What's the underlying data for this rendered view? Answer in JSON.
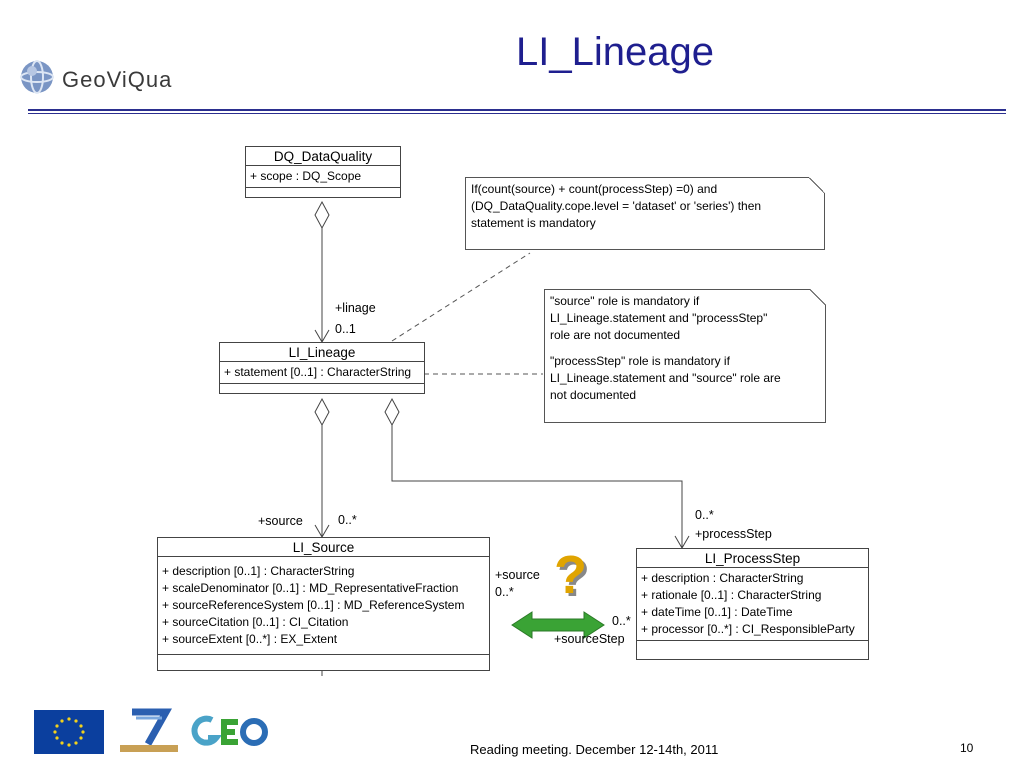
{
  "slide": {
    "title": "LI_Lineage",
    "footer": "Reading meeting. December 12-14th, 2011",
    "page_number": "10"
  },
  "logo": {
    "text": "GeoViQua"
  },
  "classes": {
    "dq_dataquality": {
      "name": "DQ_DataQuality",
      "attrs": [
        "+ scope : DQ_Scope"
      ]
    },
    "li_lineage": {
      "name": "LI_Lineage",
      "attrs": [
        "+ statement [0..1] : CharacterString"
      ]
    },
    "li_source": {
      "name": "LI_Source",
      "attrs": [
        "+ description [0..1] : CharacterString",
        "+ scaleDenominator [0..1] : MD_RepresentativeFraction",
        "+ sourceReferenceSystem [0..1] : MD_ReferenceSystem",
        "+ sourceCitation [0..1] : CI_Citation",
        "+ sourceExtent [0..*] : EX_Extent"
      ]
    },
    "li_processstep": {
      "name": "LI_ProcessStep",
      "attrs": [
        "+ description : CharacterString",
        "+ rationale [0..1] : CharacterString",
        "+ dateTime [0..1] : DateTime",
        "+ processor [0..*] : CI_ResponsibleParty"
      ]
    }
  },
  "notes": {
    "statement_note": [
      "If(count(source) + count(processStep) =0) and",
      "(DQ_DataQuality.cope.level = 'dataset' or 'series') then",
      "statement is mandatory"
    ],
    "role_note": [
      "\"source\" role is mandatory if",
      "LI_Lineage.statement and \"processStep\"",
      "role are not documented",
      "",
      "\"processStep\" role is mandatory if",
      "LI_Lineage.statement and \"source\" role are",
      "not documented"
    ]
  },
  "roles": {
    "linage": "+linage",
    "linage_mult": "0..1",
    "source": "+source",
    "source_mult": "0..*",
    "process_mult": "0..*",
    "process": "+processStep",
    "src2_role": "+source",
    "src2_mult": "0..*",
    "step_mult": "0..*",
    "step_role": "+sourceStep"
  },
  "question_mark": "?",
  "colors": {
    "title": "#1f1f8f",
    "rule": "#2b2f8f",
    "arrow": "#3aa335",
    "question": "#e0a400"
  }
}
